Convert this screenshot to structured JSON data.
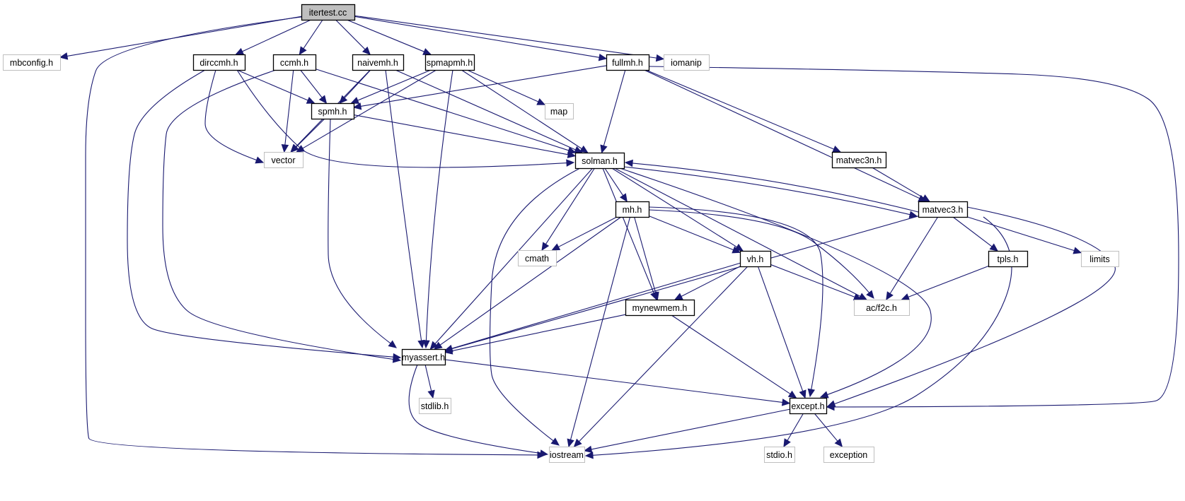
{
  "title": "itertest.cc include dependency graph",
  "colors": {
    "edge": "#191970",
    "root_fill": "#bfbfbf",
    "local_border": "#000000",
    "system_border": "#bfbfbf"
  },
  "nodes": [
    {
      "id": "itertest",
      "label": "itertest.cc",
      "kind": "root"
    },
    {
      "id": "mbconfig",
      "label": "mbconfig.h",
      "kind": "system"
    },
    {
      "id": "dirccmh",
      "label": "dirccmh.h",
      "kind": "local"
    },
    {
      "id": "ccmh",
      "label": "ccmh.h",
      "kind": "local"
    },
    {
      "id": "naivemh",
      "label": "naivemh.h",
      "kind": "local"
    },
    {
      "id": "spmapmh",
      "label": "spmapmh.h",
      "kind": "local"
    },
    {
      "id": "fullmh",
      "label": "fullmh.h",
      "kind": "local"
    },
    {
      "id": "iomanip",
      "label": "iomanip",
      "kind": "system"
    },
    {
      "id": "spmh",
      "label": "spmh.h",
      "kind": "local"
    },
    {
      "id": "map",
      "label": "map",
      "kind": "system"
    },
    {
      "id": "vector",
      "label": "vector",
      "kind": "system"
    },
    {
      "id": "solman",
      "label": "solman.h",
      "kind": "local"
    },
    {
      "id": "matvec3n",
      "label": "matvec3n.h",
      "kind": "local"
    },
    {
      "id": "mh",
      "label": "mh.h",
      "kind": "local"
    },
    {
      "id": "matvec3",
      "label": "matvec3.h",
      "kind": "local"
    },
    {
      "id": "cmath",
      "label": "cmath",
      "kind": "system"
    },
    {
      "id": "vh",
      "label": "vh.h",
      "kind": "local"
    },
    {
      "id": "tpls",
      "label": "tpls.h",
      "kind": "local"
    },
    {
      "id": "limits",
      "label": "limits",
      "kind": "system"
    },
    {
      "id": "acf2c",
      "label": "ac/f2c.h",
      "kind": "system"
    },
    {
      "id": "mynewmem",
      "label": "mynewmem.h",
      "kind": "local"
    },
    {
      "id": "myassert",
      "label": "myassert.h",
      "kind": "local"
    },
    {
      "id": "except",
      "label": "except.h",
      "kind": "local"
    },
    {
      "id": "stdlib",
      "label": "stdlib.h",
      "kind": "system"
    },
    {
      "id": "iostream",
      "label": "iostream",
      "kind": "system"
    },
    {
      "id": "stdio",
      "label": "stdio.h",
      "kind": "system"
    },
    {
      "id": "exception",
      "label": "exception",
      "kind": "system"
    }
  ],
  "edges": [
    [
      "itertest",
      "mbconfig"
    ],
    [
      "itertest",
      "dirccmh"
    ],
    [
      "itertest",
      "ccmh"
    ],
    [
      "itertest",
      "naivemh"
    ],
    [
      "itertest",
      "spmapmh"
    ],
    [
      "itertest",
      "fullmh"
    ],
    [
      "itertest",
      "iomanip"
    ],
    [
      "itertest",
      "iostream"
    ],
    [
      "dirccmh",
      "spmh"
    ],
    [
      "dirccmh",
      "vector"
    ],
    [
      "dirccmh",
      "solman"
    ],
    [
      "dirccmh",
      "myassert"
    ],
    [
      "ccmh",
      "spmh"
    ],
    [
      "ccmh",
      "vector"
    ],
    [
      "ccmh",
      "solman"
    ],
    [
      "ccmh",
      "myassert"
    ],
    [
      "naivemh",
      "spmh"
    ],
    [
      "naivemh",
      "vector"
    ],
    [
      "naivemh",
      "solman"
    ],
    [
      "naivemh",
      "myassert"
    ],
    [
      "spmapmh",
      "spmh"
    ],
    [
      "spmapmh",
      "vector"
    ],
    [
      "spmapmh",
      "map"
    ],
    [
      "spmapmh",
      "solman"
    ],
    [
      "spmapmh",
      "myassert"
    ],
    [
      "fullmh",
      "spmh"
    ],
    [
      "fullmh",
      "solman"
    ],
    [
      "fullmh",
      "matvec3n"
    ],
    [
      "fullmh",
      "matvec3"
    ],
    [
      "fullmh",
      "except"
    ],
    [
      "spmh",
      "vector"
    ],
    [
      "spmh",
      "solman"
    ],
    [
      "spmh",
      "myassert"
    ],
    [
      "solman",
      "mh"
    ],
    [
      "solman",
      "cmath"
    ],
    [
      "solman",
      "vh"
    ],
    [
      "solman",
      "mynewmem"
    ],
    [
      "solman",
      "matvec3"
    ],
    [
      "solman",
      "acf2c"
    ],
    [
      "solman",
      "myassert"
    ],
    [
      "solman",
      "except"
    ],
    [
      "solman",
      "iostream"
    ],
    [
      "matvec3n",
      "matvec3"
    ],
    [
      "matvec3",
      "solman"
    ],
    [
      "matvec3",
      "myassert"
    ],
    [
      "matvec3",
      "acf2c"
    ],
    [
      "matvec3",
      "tpls"
    ],
    [
      "matvec3",
      "limits"
    ],
    [
      "matvec3",
      "except"
    ],
    [
      "matvec3",
      "iostream"
    ],
    [
      "mh",
      "cmath"
    ],
    [
      "mh",
      "vh"
    ],
    [
      "mh",
      "mynewmem"
    ],
    [
      "mh",
      "myassert"
    ],
    [
      "mh",
      "acf2c"
    ],
    [
      "mh",
      "except"
    ],
    [
      "mh",
      "iostream"
    ],
    [
      "vh",
      "mynewmem"
    ],
    [
      "vh",
      "myassert"
    ],
    [
      "vh",
      "acf2c"
    ],
    [
      "vh",
      "except"
    ],
    [
      "vh",
      "iostream"
    ],
    [
      "tpls",
      "acf2c"
    ],
    [
      "mynewmem",
      "myassert"
    ],
    [
      "mynewmem",
      "except"
    ],
    [
      "myassert",
      "stdlib"
    ],
    [
      "myassert",
      "except"
    ],
    [
      "myassert",
      "iostream"
    ],
    [
      "except",
      "stdio"
    ],
    [
      "except",
      "exception"
    ],
    [
      "except",
      "iostream"
    ]
  ]
}
